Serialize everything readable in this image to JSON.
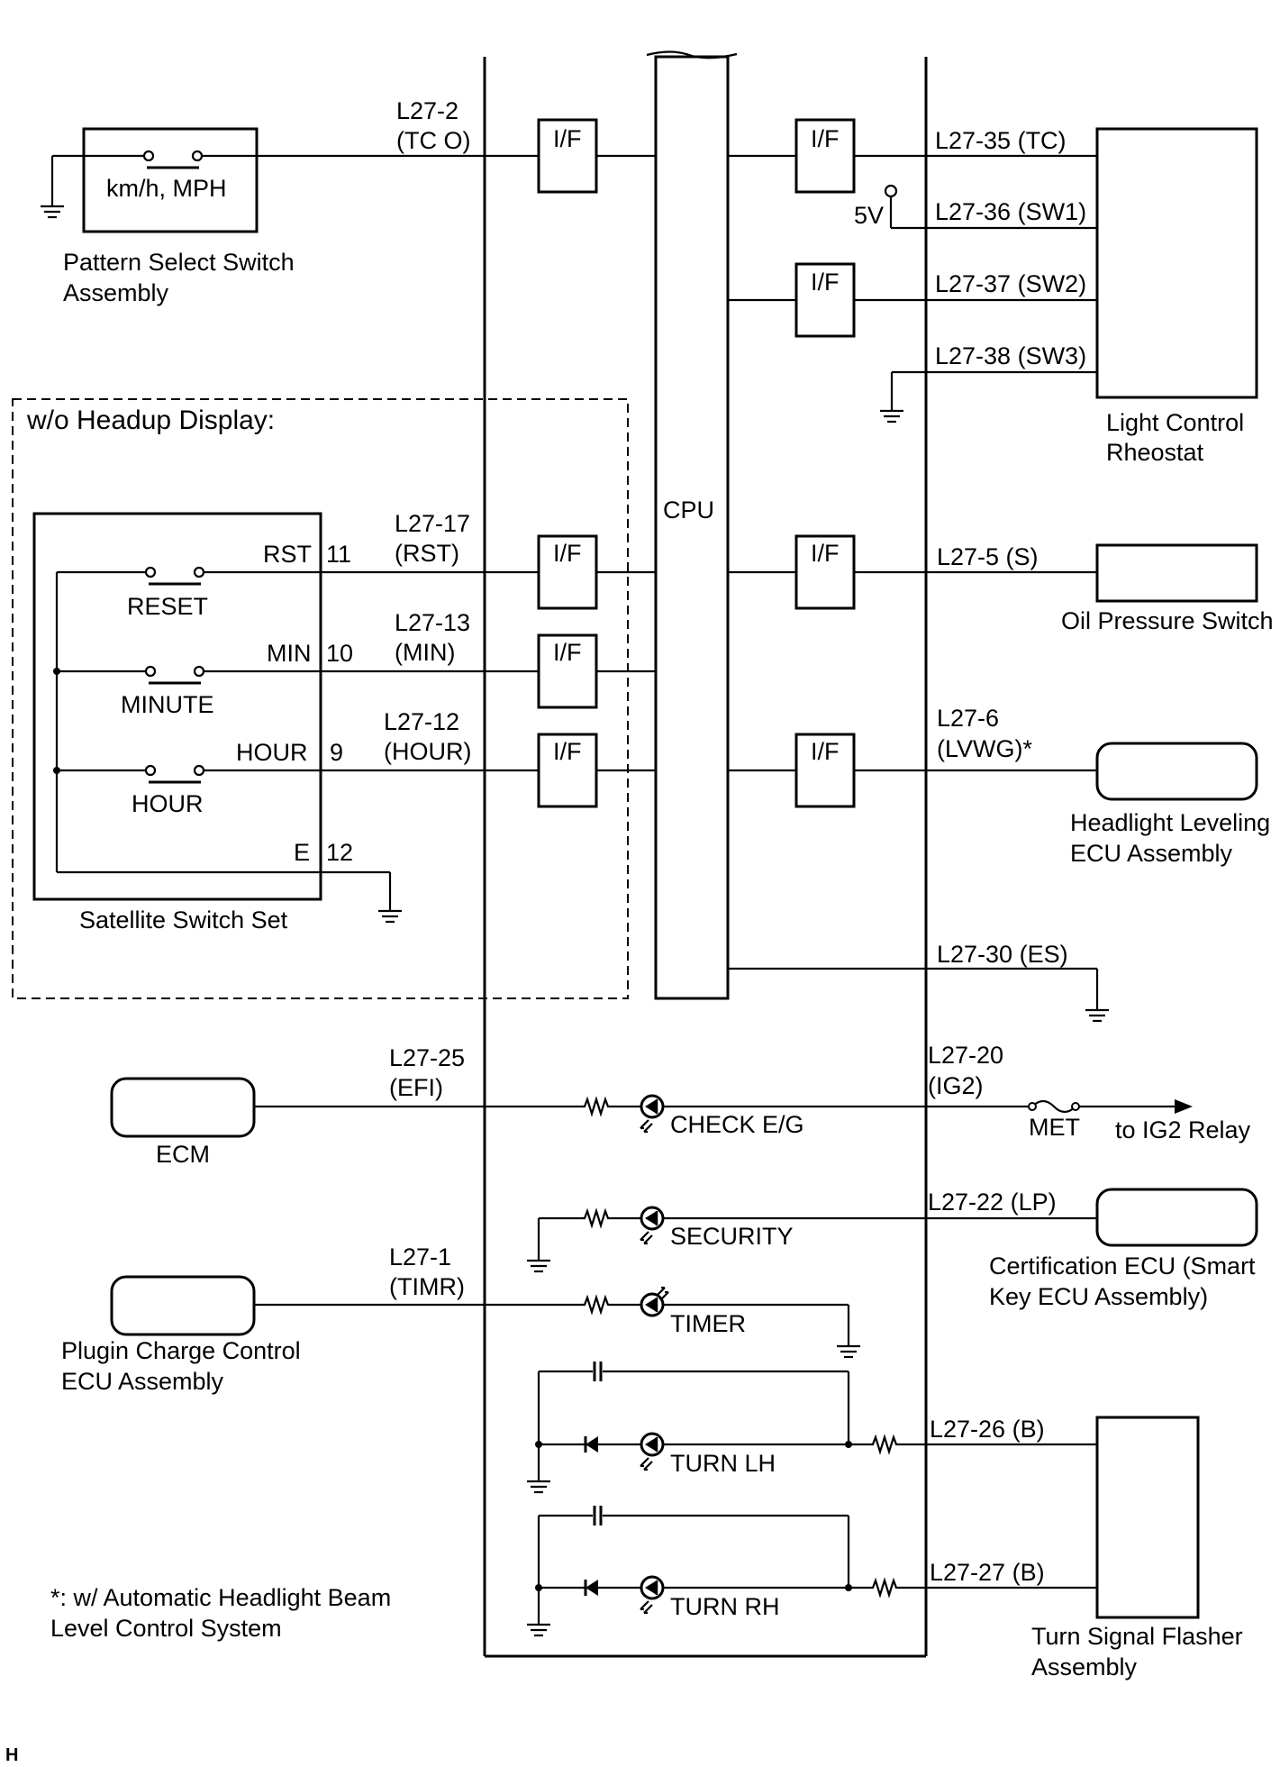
{
  "diagram": {
    "watermark": "H",
    "footnote": [
      "*: w/ Automatic Headlight Beam",
      "Level Control System"
    ],
    "cpu_label": "CPU",
    "interface_label": "I/F",
    "five_volt": "5V",
    "headup_box_title": "w/o Headup Display:",
    "components": {
      "pattern_switch": {
        "inner": "km/h, MPH",
        "name": [
          "Pattern Select Switch",
          "Assembly"
        ]
      },
      "satellite": {
        "name": "Satellite Switch Set",
        "pins": [
          {
            "name": "RST",
            "num": "11"
          },
          {
            "name": "MIN",
            "num": "10"
          },
          {
            "name": "HOUR",
            "num": "9"
          },
          {
            "name": "E",
            "num": "12"
          }
        ],
        "switches": [
          "RESET",
          "MINUTE",
          "HOUR"
        ]
      },
      "light_rheostat": [
        "Light Control",
        "Rheostat"
      ],
      "oil_pressure": "Oil Pressure Switch",
      "headlight_leveling": [
        "Headlight Leveling",
        "ECU Assembly"
      ],
      "ecm": "ECM",
      "certification": [
        "Certification ECU (Smart",
        "Key ECU Assembly)"
      ],
      "plugin_charge": [
        "Plugin Charge Control",
        "ECU Assembly"
      ],
      "turn_flasher": [
        "Turn Signal Flasher",
        "Assembly"
      ]
    },
    "indicators": [
      "CHECK E/G",
      "SECURITY",
      "TIMER",
      "TURN LH",
      "TURN RH"
    ],
    "fuse": "MET",
    "relay": "to IG2 Relay",
    "left_terminals": [
      [
        "L27-2",
        "(TC O)"
      ],
      [
        "L27-17",
        "(RST)"
      ],
      [
        "L27-13",
        "(MIN)"
      ],
      [
        "L27-12",
        "(HOUR)"
      ],
      [
        "L27-25",
        "(EFI)"
      ],
      [
        "L27-1",
        "(TIMR)"
      ]
    ],
    "right_terminals": {
      "tc": "L27-35 (TC)",
      "sw1": "L27-36 (SW1)",
      "sw2": "L27-37 (SW2)",
      "sw3": "L27-38 (SW3)",
      "s": "L27-5 (S)",
      "lvwg": [
        "L27-6",
        "(LVWG)*"
      ],
      "es": "L27-30 (ES)",
      "ig2": [
        "L27-20",
        "(IG2)"
      ],
      "lp": "L27-22 (LP)",
      "b1": "L27-26 (B)",
      "b2": "L27-27 (B)"
    }
  }
}
